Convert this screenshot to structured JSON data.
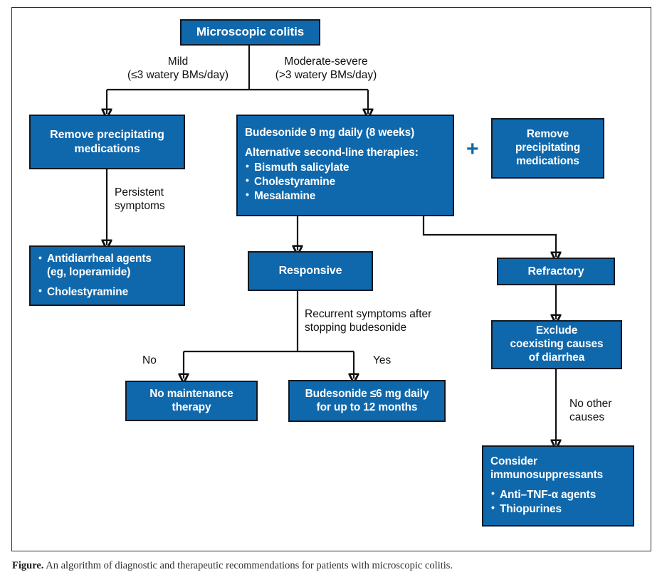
{
  "figure": {
    "caption_label": "Figure.",
    "caption_text": " An algorithm of diagnostic and therapeutic recommendations for patients with microscopic colitis."
  },
  "colors": {
    "box_fill": "#1068ac",
    "box_border": "#101822",
    "box_text": "#ffffff",
    "connector": "#111111",
    "plus_sign": "#1068ac",
    "frame": "#2b2b2b"
  },
  "nodes": {
    "root": {
      "title": "Microscopic colitis"
    },
    "remove_meds_left": {
      "line1": "Remove precipitating",
      "line2": "medications"
    },
    "budesonide": {
      "line1": "Budesonide 9 mg daily (8 weeks)",
      "line2": "Alternative second-line therapies:",
      "bullets": [
        "Bismuth salicylate",
        "Cholestyramine",
        "Mesalamine"
      ]
    },
    "remove_meds_right": {
      "line1": "Remove",
      "line2": "precipitating",
      "line3": "medications"
    },
    "antidiarrheal": {
      "bullets": [
        "Antidiarrheal agents (eg, loperamide)",
        "Cholestyramine"
      ],
      "bullet1_line1": "Antidiarrheal agents",
      "bullet1_line2": "(eg, loperamide)",
      "bullet2_line1": "Cholestyramine"
    },
    "responsive": {
      "title": "Responsive"
    },
    "refractory": {
      "title": "Refractory"
    },
    "exclude_causes": {
      "line1": "Exclude",
      "line2": "coexisting causes",
      "line3": "of diarrhea"
    },
    "no_maintenance": {
      "line1": "No maintenance",
      "line2": "therapy"
    },
    "budesonide_maint": {
      "line1": "Budesonide ≤6 mg daily",
      "line2": "for up to 12 months"
    },
    "immunosuppressants": {
      "line1": "Consider",
      "line2": "immunosuppressants",
      "bullets": [
        "Anti–TNF-α agents",
        "Thiopurines"
      ]
    }
  },
  "edge_labels": {
    "mild": "Mild\n(≤3 watery BMs/day)",
    "moderate_severe": "Moderate-severe\n(>3 watery BMs/day)",
    "persistent_symptoms": "Persistent\nsymptoms",
    "recurrent_symptoms": "Recurrent symptoms after\nstopping budesonide",
    "no": "No",
    "yes": "Yes",
    "no_other_causes": "No other\ncauses",
    "plus": "+"
  }
}
